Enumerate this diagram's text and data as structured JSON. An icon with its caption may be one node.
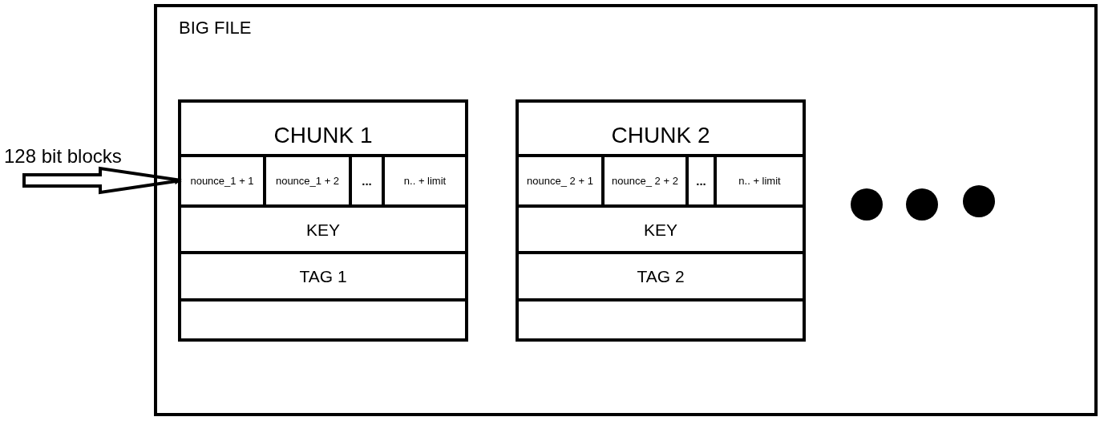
{
  "diagram": {
    "nodes": [
      {
        "text": [
          "BIG FILE"
        ]
      },
      {
        "text": [
          "CHUNK 1"
        ],
        "in": 0
      },
      {
        "text": [
          "nounce_1 + 1"
        ],
        "in": 1
      },
      {
        "text": [
          "nounce_1 + 2"
        ],
        "in": 1
      },
      {
        "text": [
          "..."
        ],
        "in": 1
      },
      {
        "text": [
          "n.. + limit"
        ],
        "in": 1
      },
      {
        "text": [
          "KEY"
        ],
        "in": 1
      },
      {
        "text": [
          "TAG 1"
        ],
        "in": 1
      },
      {
        "text": [],
        "shape": "box",
        "in": 1
      },
      {
        "text": [
          "CHUNK 2"
        ],
        "in": 0
      },
      {
        "text": [
          "nounce_ 2 + 1"
        ],
        "in": 9
      },
      {
        "text": [
          "nounce_ 2 + 2"
        ],
        "in": 9
      },
      {
        "text": [
          "..."
        ],
        "in": 9
      },
      {
        "text": [
          "n.. + limit"
        ],
        "in": 9
      },
      {
        "text": [
          "KEY"
        ],
        "in": 9
      },
      {
        "text": [
          "TAG 2"
        ],
        "in": 9
      },
      {
        "text": [],
        "shape": "box",
        "in": 9
      },
      {
        "text": [],
        "shape": "circle",
        "in": 0
      },
      {
        "text": [],
        "shape": "circle",
        "in": 0
      },
      {
        "text": [],
        "shape": "circle",
        "in": 0
      }
    ],
    "edges": [
      {
        "from": null,
        "to": 2,
        "arrow": "to",
        "label": "128 bit blocks"
      }
    ]
  }
}
